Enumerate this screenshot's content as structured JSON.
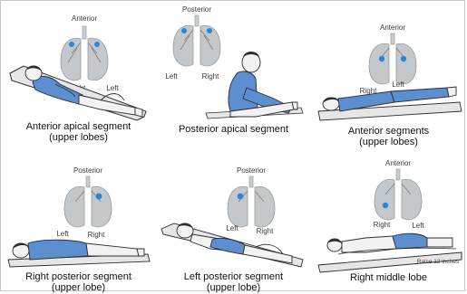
{
  "panels": [
    {
      "caption": [
        "Anterior apical segment",
        "(upper lobes)"
      ],
      "view_label": "Anterior",
      "side_labels": [
        "Right",
        "Left"
      ]
    },
    {
      "caption": [
        "Posterior apical segment"
      ],
      "view_label": "Posterior",
      "side_labels": [
        "Left",
        "Right"
      ]
    },
    {
      "caption": [
        "Anterior segments",
        "(upper lobes)"
      ],
      "view_label": "Anterior",
      "side_labels": [
        "Right",
        "Left"
      ]
    },
    {
      "caption": [
        "Right posterior segment",
        "(upper lobe)"
      ],
      "view_label": "Posterior",
      "side_labels": [
        "Left",
        "Right"
      ]
    },
    {
      "caption": [
        "Left posterior segment",
        "(upper lobe)"
      ],
      "view_label": "Posterior",
      "side_labels": [
        "Left",
        "Right"
      ]
    },
    {
      "caption": [
        "Right middle lobe"
      ],
      "view_label": "Anterior",
      "side_labels": [
        "Right",
        "Left"
      ],
      "note": "Raise 12 inches"
    }
  ],
  "colors": {
    "shirt": "#5b8fd0",
    "skin": "#f2f2f2",
    "outline": "#2d2d2d",
    "lung": "#bfc3c6",
    "lung_dark": "#8c9196",
    "highlight": "#2e86d6",
    "table": "#d9d9d9"
  },
  "icons": [
    "lung-icon",
    "patient-figure"
  ]
}
